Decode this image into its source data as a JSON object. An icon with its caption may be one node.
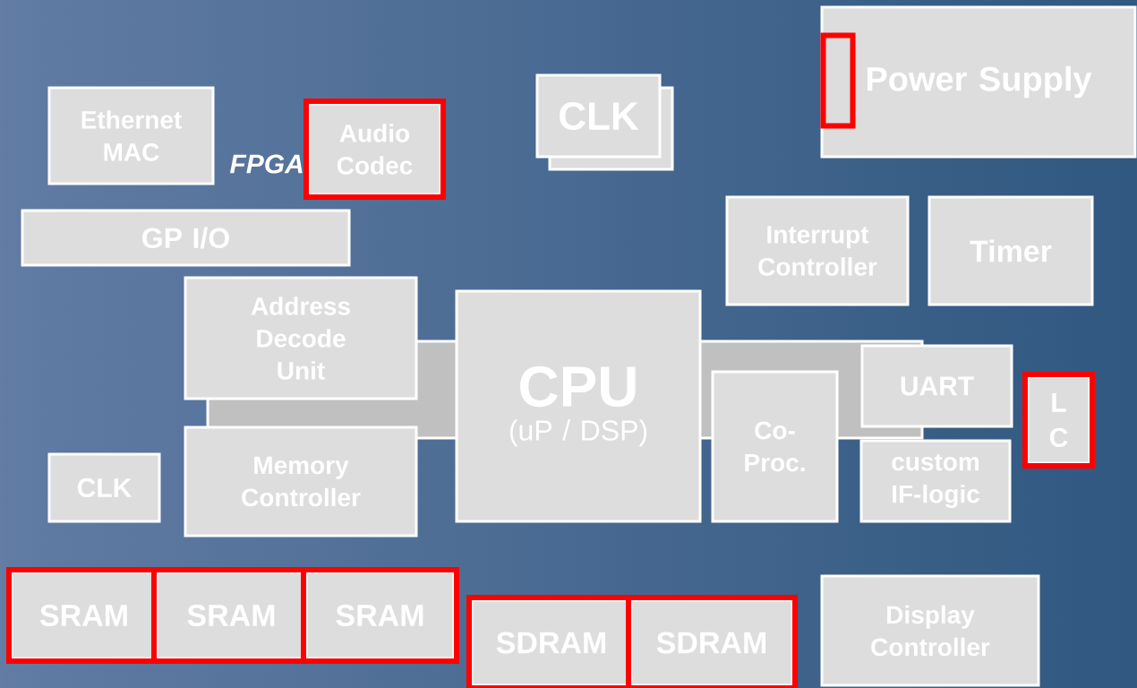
{
  "diagram": {
    "nodes": [
      {
        "text": [
          "Power Supply"
        ]
      },
      {
        "text": [],
        "shape": "box",
        "in": 0
      },
      {
        "text": [
          "CLK"
        ]
      },
      {
        "text": [
          "Ethernet MAC"
        ]
      },
      {
        "text": [
          "Audio Codec"
        ]
      },
      {
        "text": [
          "Interrupt Controller"
        ]
      },
      {
        "text": [
          "Timer"
        ]
      },
      {
        "text": [
          "GP I/O"
        ]
      },
      {
        "text": [
          "Address Decode Unit"
        ]
      },
      {
        "text": [
          "CPU",
          "(uP / DSP)"
        ]
      },
      {
        "text": [
          "UART"
        ]
      },
      {
        "text": [
          "Co-Proc."
        ]
      },
      {
        "text": [
          "L C"
        ]
      },
      {
        "text": [
          "Memory Controller"
        ]
      },
      {
        "text": [
          "custom IF-logic"
        ]
      },
      {
        "text": [
          "CLK"
        ]
      },
      {
        "text": [
          "SRAM"
        ]
      },
      {
        "text": [
          "SRAM"
        ]
      },
      {
        "text": [
          "SRAM"
        ]
      },
      {
        "text": [
          "SDRAM"
        ]
      },
      {
        "text": [
          "SDRAM"
        ]
      },
      {
        "text": [
          "Display Controller"
        ]
      },
      {
        "text": [],
        "shape": "bar"
      }
    ],
    "labels": [
      "FPGA"
    ]
  }
}
